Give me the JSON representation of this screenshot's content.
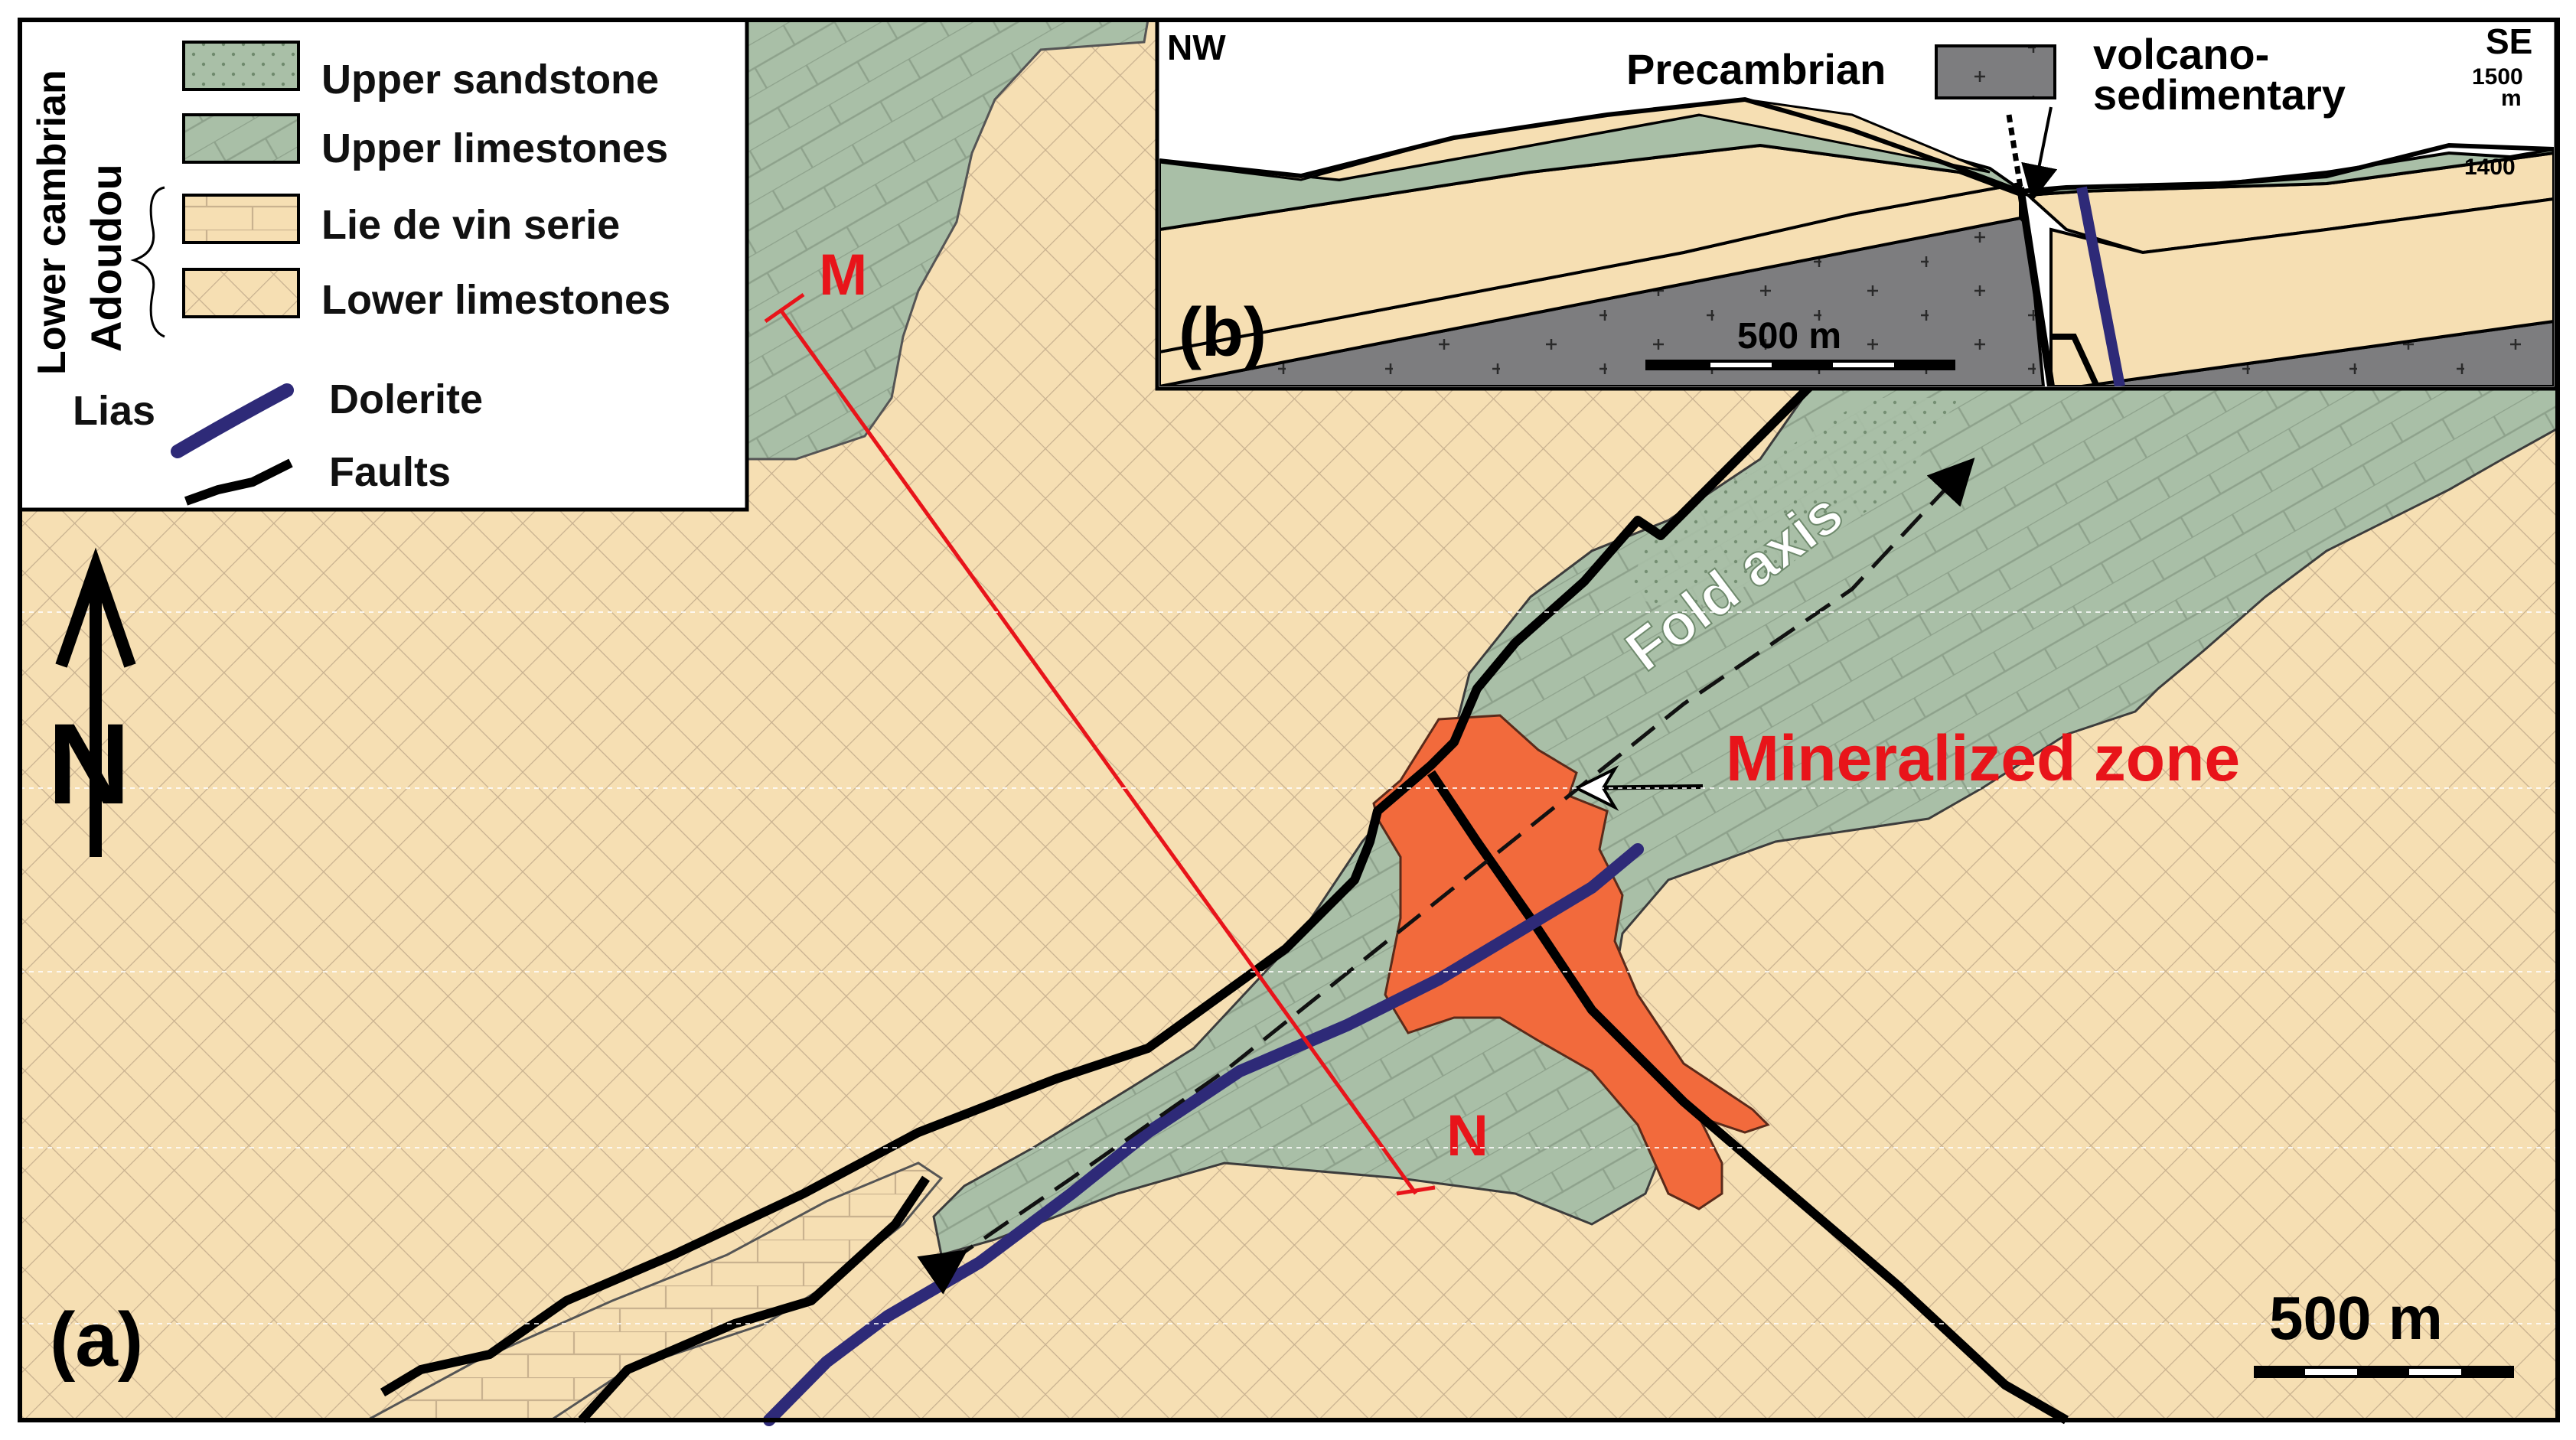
{
  "map": {
    "panel_a_label": "(a)",
    "north_label": "N",
    "mineralized_zone_label": "Mineralized zone",
    "fold_axis_label": "Fold axis",
    "section_start_label": "M",
    "section_end_label": "N",
    "scale_label": "500 m"
  },
  "legend": {
    "period_label": "Lower cambrian",
    "group_label": "Adoudou",
    "lias_label": "Lias",
    "items": [
      {
        "label": "Upper sandstone",
        "fill": "#a9bfa7"
      },
      {
        "label": "Upper limestones",
        "fill": "#a9bfa7"
      },
      {
        "label": "Lie de vin serie",
        "fill": "#f6dfb3"
      },
      {
        "label": "Lower limestones",
        "fill": "#f6dfb3"
      },
      {
        "label": "Dolerite",
        "color": "#2e2a78"
      },
      {
        "label": "Faults",
        "color": "#000000"
      }
    ]
  },
  "inset": {
    "panel_label": "(b)",
    "left_direction": "NW",
    "right_direction": "SE",
    "precambrian_label": "Precambrian",
    "volcano_label_line1": "volcano-",
    "volcano_label_line2": "sedimentary",
    "elevation_top": "1500",
    "elevation_unit": "m",
    "elevation_lower": "1400",
    "scale_label": "500 m"
  },
  "colors": {
    "limestone_green": "#a9bfa7",
    "tan": "#f6dfb3",
    "mineralized": "#f26a3c",
    "dolerite": "#2e2a78",
    "precambrian": "#7d7d7f",
    "red_text": "#e8141a"
  }
}
